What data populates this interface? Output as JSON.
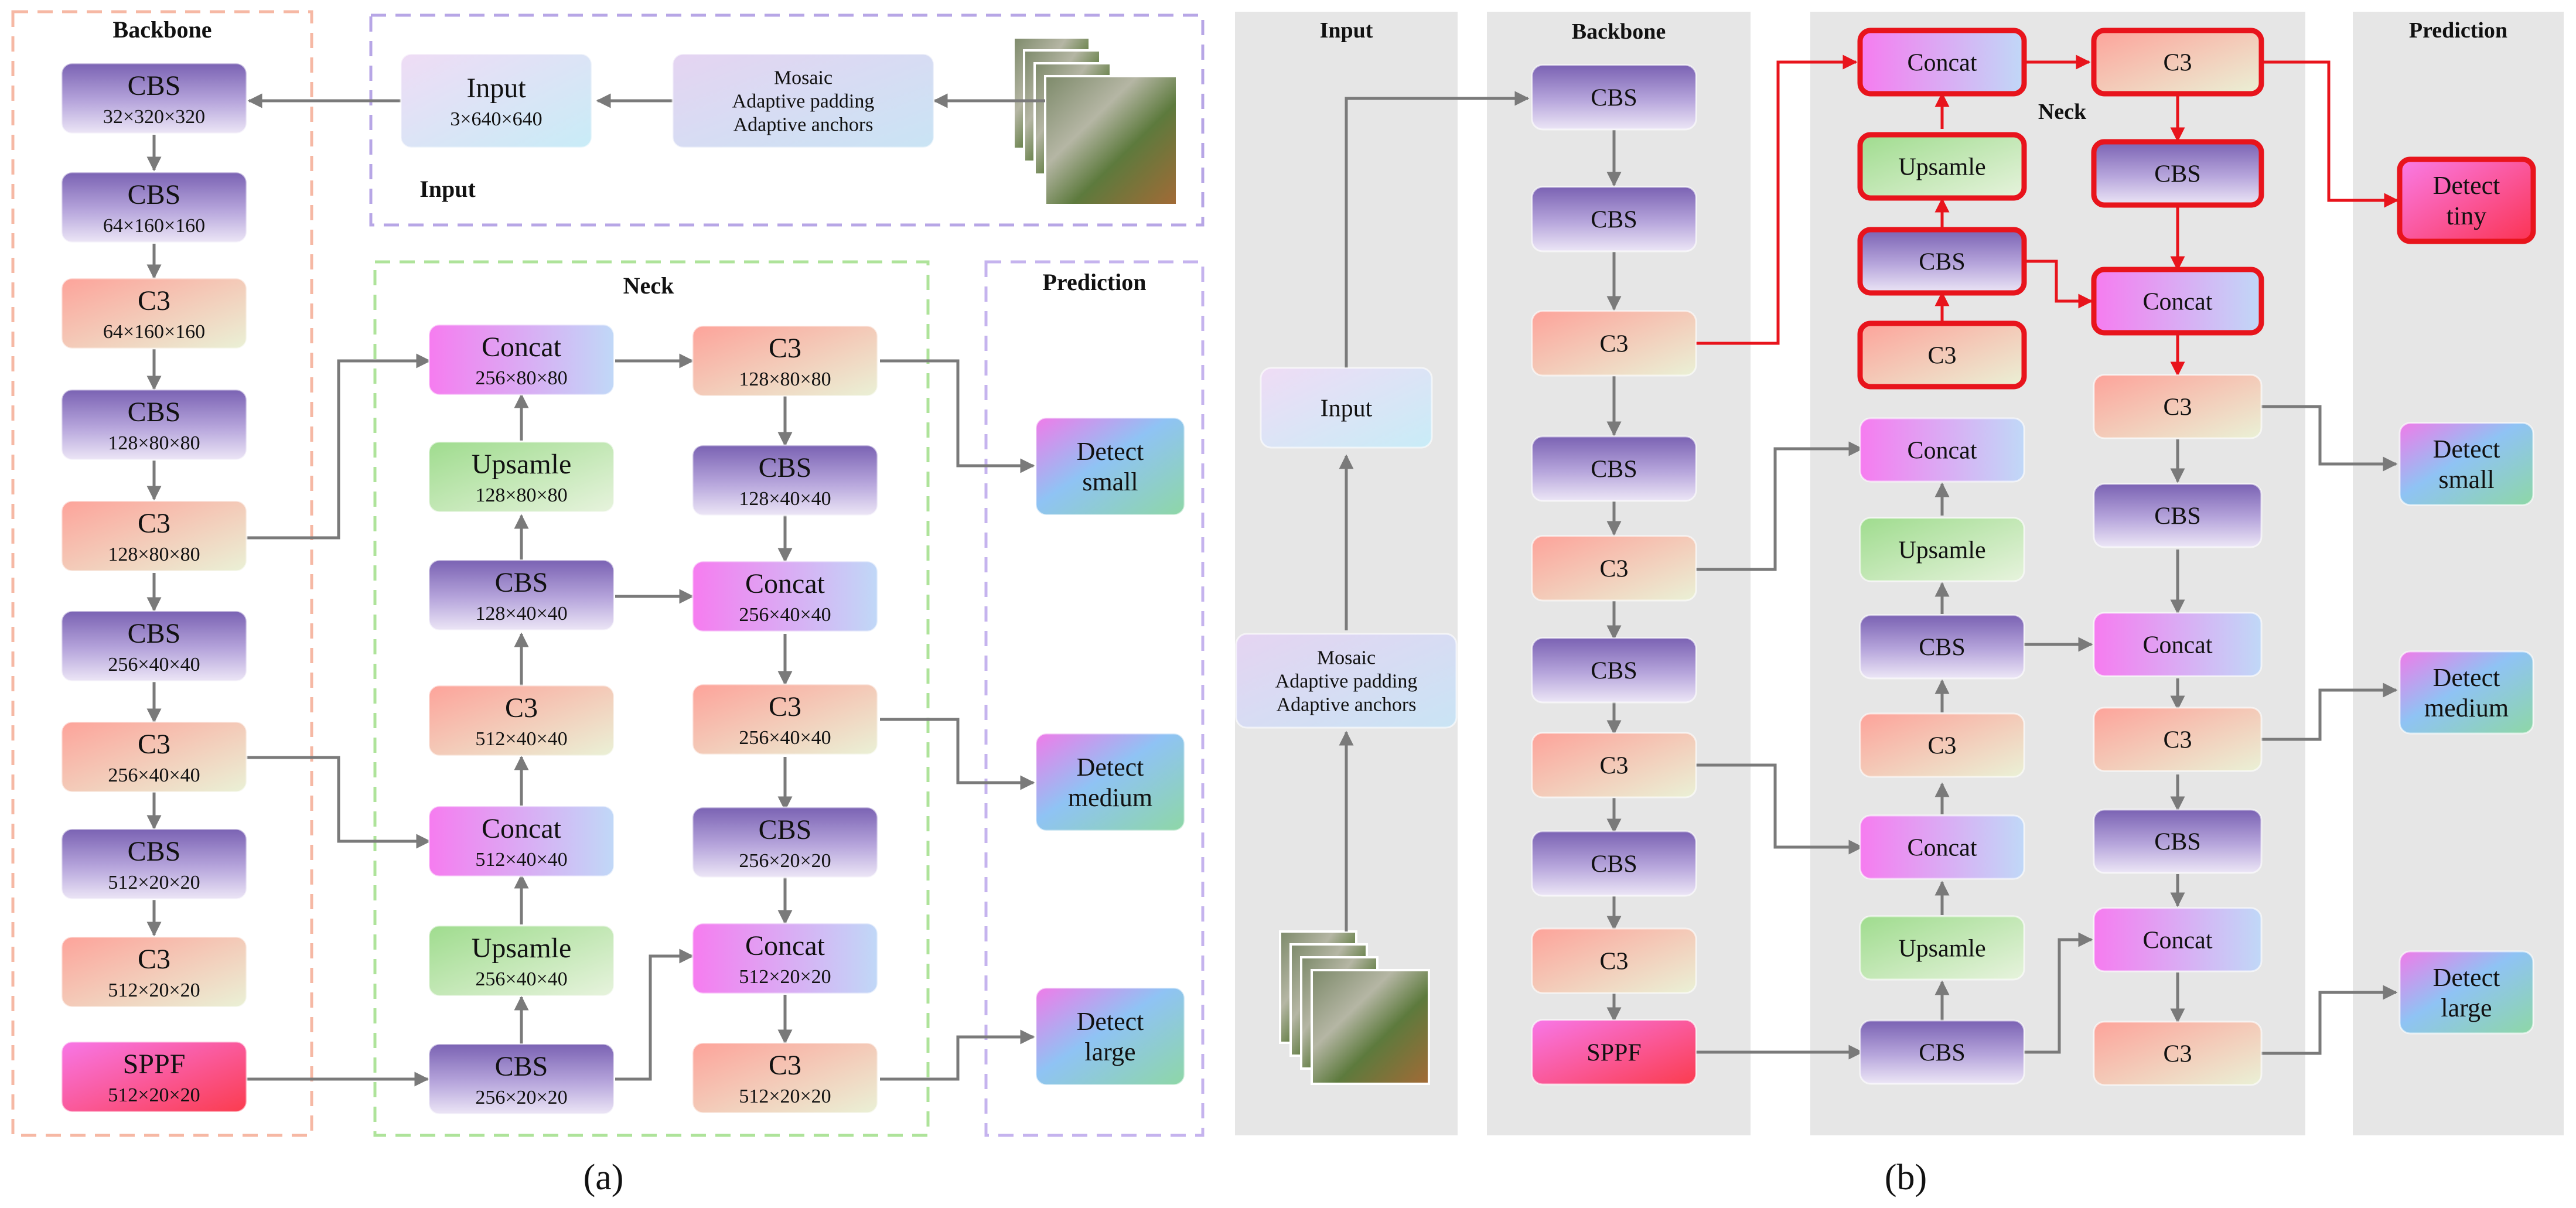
{
  "panel_a": {
    "caption": "(a)",
    "groups": {
      "backbone": "Backbone",
      "input": "Input",
      "neck": "Neck",
      "prediction": "Prediction"
    },
    "nodes": [
      {
        "id": "a_cbs1",
        "kind": "cbs",
        "title": "CBS",
        "sub": "32×320×320"
      },
      {
        "id": "a_cbs2",
        "kind": "cbs",
        "title": "CBS",
        "sub": "64×160×160"
      },
      {
        "id": "a_c3_1",
        "kind": "c3",
        "title": "C3",
        "sub": "64×160×160"
      },
      {
        "id": "a_cbs3",
        "kind": "cbs",
        "title": "CBS",
        "sub": "128×80×80"
      },
      {
        "id": "a_c3_2",
        "kind": "c3",
        "title": "C3",
        "sub": "128×80×80"
      },
      {
        "id": "a_cbs4",
        "kind": "cbs",
        "title": "CBS",
        "sub": "256×40×40"
      },
      {
        "id": "a_c3_3",
        "kind": "c3",
        "title": "C3",
        "sub": "256×40×40"
      },
      {
        "id": "a_cbs5",
        "kind": "cbs",
        "title": "CBS",
        "sub": "512×20×20"
      },
      {
        "id": "a_c3_4",
        "kind": "c3",
        "title": "C3",
        "sub": "512×20×20"
      },
      {
        "id": "a_sppf",
        "kind": "sppf",
        "title": "SPPF",
        "sub": "512×20×20"
      },
      {
        "id": "a_input",
        "kind": "input",
        "title": "Input",
        "sub": "3×640×640"
      },
      {
        "id": "a_mosaic",
        "kind": "mosaic",
        "lines": [
          "Mosaic",
          "Adaptive padding",
          "Adaptive anchors"
        ]
      },
      {
        "id": "a_n_concat1",
        "kind": "concat",
        "title": "Concat",
        "sub": "256×80×80"
      },
      {
        "id": "a_n_ups1",
        "kind": "ups",
        "title": "Upsamle",
        "sub": "128×80×80"
      },
      {
        "id": "a_n_cbs1",
        "kind": "cbs",
        "title": "CBS",
        "sub": "128×40×40"
      },
      {
        "id": "a_n_c3_1",
        "kind": "c3",
        "title": "C3",
        "sub": "512×40×40"
      },
      {
        "id": "a_n_concat2",
        "kind": "concat",
        "title": "Concat",
        "sub": "512×40×40"
      },
      {
        "id": "a_n_ups2",
        "kind": "ups",
        "title": "Upsamle",
        "sub": "256×40×40"
      },
      {
        "id": "a_n_cbs2",
        "kind": "cbs",
        "title": "CBS",
        "sub": "256×20×20"
      },
      {
        "id": "a_n_c3_2",
        "kind": "c3",
        "title": "C3",
        "sub": "128×80×80"
      },
      {
        "id": "a_n_cbs3",
        "kind": "cbs",
        "title": "CBS",
        "sub": "128×40×40"
      },
      {
        "id": "a_n_concat3",
        "kind": "concat",
        "title": "Concat",
        "sub": "256×40×40"
      },
      {
        "id": "a_n_c3_3",
        "kind": "c3",
        "title": "C3",
        "sub": "256×40×40"
      },
      {
        "id": "a_n_cbs4",
        "kind": "cbs",
        "title": "CBS",
        "sub": "256×20×20"
      },
      {
        "id": "a_n_concat4",
        "kind": "concat",
        "title": "Concat",
        "sub": "512×20×20"
      },
      {
        "id": "a_n_c3_4",
        "kind": "c3",
        "title": "C3",
        "sub": "512×20×20"
      },
      {
        "id": "a_det_small",
        "kind": "detect",
        "lines": [
          "Detect",
          "small"
        ]
      },
      {
        "id": "a_det_medium",
        "kind": "detect",
        "lines": [
          "Detect",
          "medium"
        ]
      },
      {
        "id": "a_det_large",
        "kind": "detect",
        "lines": [
          "Detect",
          "large"
        ]
      }
    ]
  },
  "panel_b": {
    "caption": "(b)",
    "columns": {
      "input": "Input",
      "backbone": "Backbone",
      "neck": "Neck",
      "prediction": "Prediction"
    },
    "nodes": [
      {
        "id": "b_input",
        "kind": "input",
        "lines": [
          "Input"
        ]
      },
      {
        "id": "b_mosaic",
        "kind": "mosaic",
        "lines": [
          "Mosaic",
          "Adaptive padding",
          "Adaptive anchors"
        ]
      },
      {
        "id": "b_bb1",
        "kind": "cbs",
        "lines": [
          "CBS"
        ]
      },
      {
        "id": "b_bb2",
        "kind": "cbs",
        "lines": [
          "CBS"
        ]
      },
      {
        "id": "b_bb3",
        "kind": "c3",
        "lines": [
          "C3"
        ]
      },
      {
        "id": "b_bb4",
        "kind": "cbs",
        "lines": [
          "CBS"
        ]
      },
      {
        "id": "b_bb5",
        "kind": "c3",
        "lines": [
          "C3"
        ]
      },
      {
        "id": "b_bb6",
        "kind": "cbs",
        "lines": [
          "CBS"
        ]
      },
      {
        "id": "b_bb7",
        "kind": "c3",
        "lines": [
          "C3"
        ]
      },
      {
        "id": "b_bb8",
        "kind": "cbs",
        "lines": [
          "CBS"
        ]
      },
      {
        "id": "b_bb9",
        "kind": "c3",
        "lines": [
          "C3"
        ]
      },
      {
        "id": "b_bb10",
        "kind": "sppf",
        "lines": [
          "SPPF"
        ]
      },
      {
        "id": "b_nl1",
        "kind": "concat",
        "lines": [
          "Concat"
        ],
        "highlight": true
      },
      {
        "id": "b_nl2",
        "kind": "ups",
        "lines": [
          "Upsamle"
        ],
        "highlight": true
      },
      {
        "id": "b_nl3",
        "kind": "cbs",
        "lines": [
          "CBS"
        ],
        "highlight": true
      },
      {
        "id": "b_nl4",
        "kind": "c3",
        "lines": [
          "C3"
        ],
        "highlight": true
      },
      {
        "id": "b_nl5",
        "kind": "concat",
        "lines": [
          "Concat"
        ]
      },
      {
        "id": "b_nl6",
        "kind": "ups",
        "lines": [
          "Upsamle"
        ]
      },
      {
        "id": "b_nl7",
        "kind": "cbs",
        "lines": [
          "CBS"
        ]
      },
      {
        "id": "b_nl8",
        "kind": "c3",
        "lines": [
          "C3"
        ]
      },
      {
        "id": "b_nl9",
        "kind": "concat",
        "lines": [
          "Concat"
        ]
      },
      {
        "id": "b_nl10",
        "kind": "ups",
        "lines": [
          "Upsamle"
        ]
      },
      {
        "id": "b_nl11",
        "kind": "cbs",
        "lines": [
          "CBS"
        ]
      },
      {
        "id": "b_nr1",
        "kind": "c3",
        "lines": [
          "C3"
        ],
        "highlight": true
      },
      {
        "id": "b_nr2",
        "kind": "cbs",
        "lines": [
          "CBS"
        ],
        "highlight": true
      },
      {
        "id": "b_nr3",
        "kind": "concat",
        "lines": [
          "Concat"
        ],
        "highlight": true
      },
      {
        "id": "b_nr4",
        "kind": "c3",
        "lines": [
          "C3"
        ]
      },
      {
        "id": "b_nr5",
        "kind": "cbs",
        "lines": [
          "CBS"
        ]
      },
      {
        "id": "b_nr6",
        "kind": "concat",
        "lines": [
          "Concat"
        ]
      },
      {
        "id": "b_nr7",
        "kind": "c3",
        "lines": [
          "C3"
        ]
      },
      {
        "id": "b_nr8",
        "kind": "cbs",
        "lines": [
          "CBS"
        ]
      },
      {
        "id": "b_nr9",
        "kind": "concat",
        "lines": [
          "Concat"
        ]
      },
      {
        "id": "b_nr10",
        "kind": "c3",
        "lines": [
          "C3"
        ]
      },
      {
        "id": "b_det_tiny",
        "kind": "detect_tiny",
        "lines": [
          "Detect",
          "tiny"
        ],
        "highlight": true
      },
      {
        "id": "b_det_small",
        "kind": "detect",
        "lines": [
          "Detect",
          "small"
        ]
      },
      {
        "id": "b_det_medium",
        "kind": "detect",
        "lines": [
          "Detect",
          "medium"
        ]
      },
      {
        "id": "b_det_large",
        "kind": "detect",
        "lines": [
          "Detect",
          "large"
        ]
      }
    ]
  },
  "colors": {
    "arrow": "#7a7a7a",
    "highlight": "#e8141c",
    "panel_bg": "#e6e6e6",
    "backbone_dash": "#f6b8a4",
    "input_dash": "#b7a6e6",
    "neck_dash": "#aee39a",
    "prediction_dash": "#c5b3ee"
  }
}
